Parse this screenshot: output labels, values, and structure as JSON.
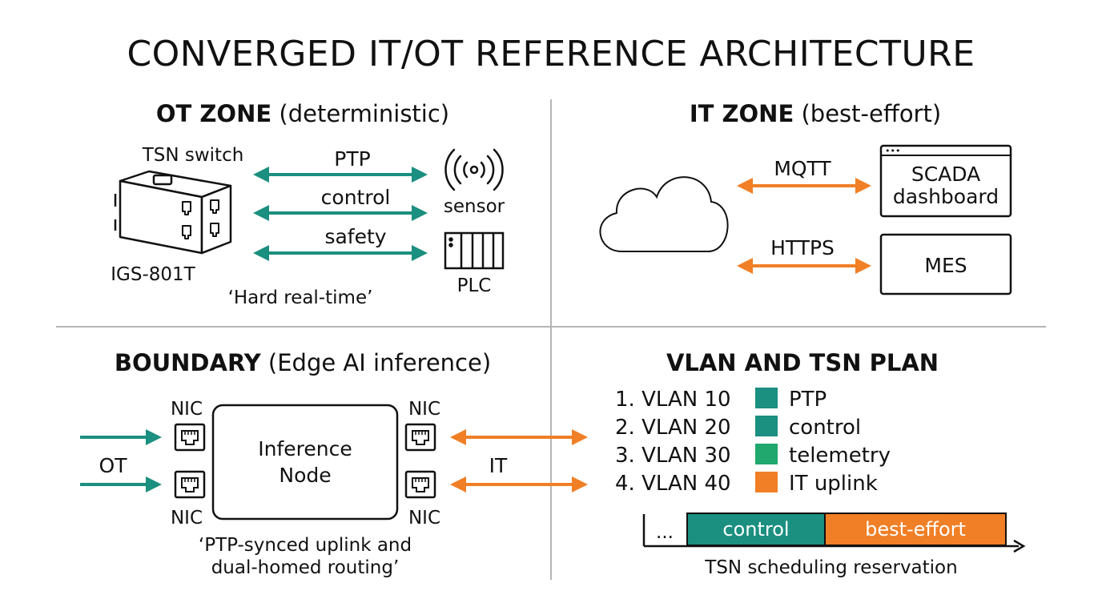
{
  "title": "CONVERGED IT/OT REFERENCE ARCHITECTURE",
  "colors": {
    "ot_teal": "#1b8f80",
    "telemetry_green": "#20a86e",
    "it_orange": "#f07f26",
    "divider": "#b5b5b5"
  },
  "ot_zone": {
    "heading_bold": "OT ZONE",
    "heading_rest": " (deterministic)",
    "switch_label": "TSN switch",
    "switch_model": "IGS-801T",
    "links": [
      "PTP",
      "control",
      "safety"
    ],
    "sensor_label": "sensor",
    "plc_label": "PLC",
    "caption": "‘Hard real-time’",
    "icons": [
      "tsn-switch-icon",
      "sensor-icon",
      "plc-icon"
    ]
  },
  "it_zone": {
    "heading_bold": "IT ZONE",
    "heading_rest": " (best-effort)",
    "links": [
      "MQTT",
      "HTTPS"
    ],
    "scada_line1": "SCADA",
    "scada_line2": "dashboard",
    "mes_label": "MES",
    "window_dots": "•••",
    "icons": [
      "cloud-icon"
    ]
  },
  "boundary": {
    "heading_bold": "BOUNDARY",
    "heading_rest": " (Edge AI inference)",
    "nic_label": "NIC",
    "node_line1": "Inference",
    "node_line2": "Node",
    "ot_label": "OT",
    "it_label": "IT",
    "caption_line1": "‘PTP-synced uplink and",
    "caption_line2": "dual-homed routing’",
    "icons": [
      "ethernet-port-icon"
    ]
  },
  "plan": {
    "heading": "VLAN AND TSN PLAN",
    "vlans": [
      {
        "id": "1. VLAN 10",
        "name": "PTP",
        "color": "#1b8f80"
      },
      {
        "id": "2. VLAN 20",
        "name": "control",
        "color": "#1b8f80"
      },
      {
        "id": "3. VLAN 30",
        "name": "telemetry",
        "color": "#20a86e"
      },
      {
        "id": "4. VLAN 40",
        "name": "IT uplink",
        "color": "#f07f26"
      }
    ],
    "schedule": {
      "ellipsis": "...",
      "control_label": "control",
      "best_effort_label": "best-effort",
      "caption": "TSN scheduling reservation"
    }
  }
}
